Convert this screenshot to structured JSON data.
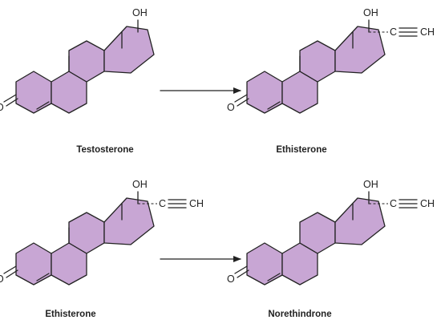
{
  "molecules": [
    {
      "name": "Testosterone",
      "ethynyl": false,
      "methyl19": true
    },
    {
      "name": "Ethisterone",
      "ethynyl": true,
      "methyl19": true
    },
    {
      "name": "Ethisterone",
      "ethynyl": true,
      "methyl19": true
    },
    {
      "name": "Norethindrone",
      "ethynyl": true,
      "methyl19": false
    }
  ],
  "atoms": {
    "hydroxyl": "OH",
    "ketone_oxygen": "O",
    "alkyne_carbon": "C",
    "alkyne_ch": "CH"
  },
  "colors": {
    "ring_fill": "#c8a6d4",
    "line": "#222222"
  }
}
